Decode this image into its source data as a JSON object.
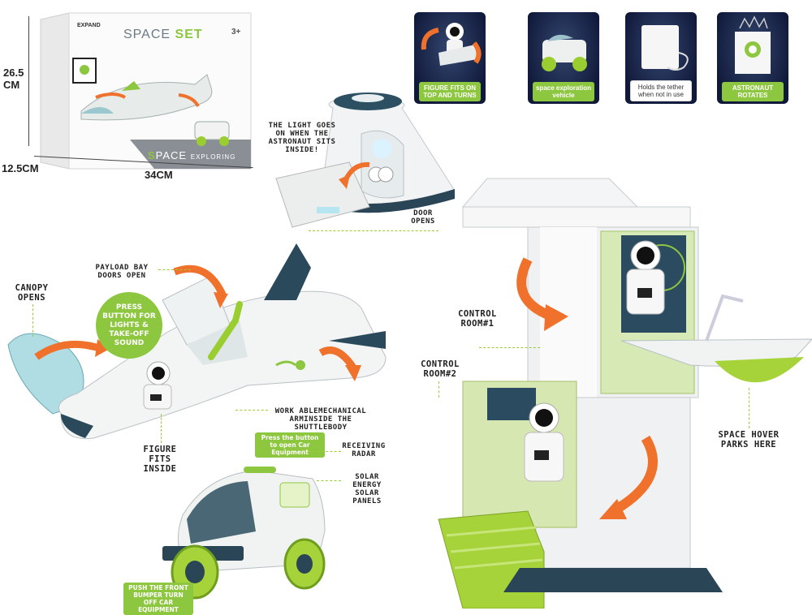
{
  "box": {
    "brand": "EXPAND",
    "title_a": "SPACE",
    "title_b": "SET",
    "age": "3+",
    "subtitle_a": "S",
    "subtitle_b": "PACE",
    "subtitle_c": "EXPLORING",
    "dim_height": "26.5",
    "dim_height_unit": "CM",
    "dim_depth": "12.5CM",
    "dim_width": "34CM"
  },
  "panels": [
    {
      "label": "FIGURE FITS ON TOP AND TURNS"
    },
    {
      "label": "space exploration vehicle"
    },
    {
      "label": "Holds the tether when not in use"
    },
    {
      "label": "ASTRONAUT ROTATES"
    }
  ],
  "callouts": {
    "light": "THE LIGHT GOES ON WHEN THE ASTRONAUT SITS INSIDE!",
    "door": "DOOR OPENS",
    "canopy": "CANOPY OPENS",
    "payload": "PAYLOAD BAY DOORS OPEN",
    "press": "PRESS BUTTON FOR LIGHTS & TAKE-OFF SOUND",
    "arm": "WORK ABLEMECHANICAL ARMINSIDE THE SHUTTLEBODY",
    "figure_fits": "FIGURE FITS INSIDE",
    "car_button": "Press the button to open Car Equipment",
    "radar": "RECEIVING RADAR",
    "solar": "SOLAR ENERGY SOLAR PANELS",
    "bumper": "PUSH THE FRONT BUMPER TURN OFF CAR EQUIPMENT",
    "control1": "CONTROL ROOM#1",
    "control2": "CONTROL ROOM#2",
    "hover": "SPACE HOVER PARKS HERE"
  },
  "colors": {
    "accent_green": "#8dc63f",
    "arrow_orange": "#f0712b",
    "navy": "#1f3a4d"
  }
}
